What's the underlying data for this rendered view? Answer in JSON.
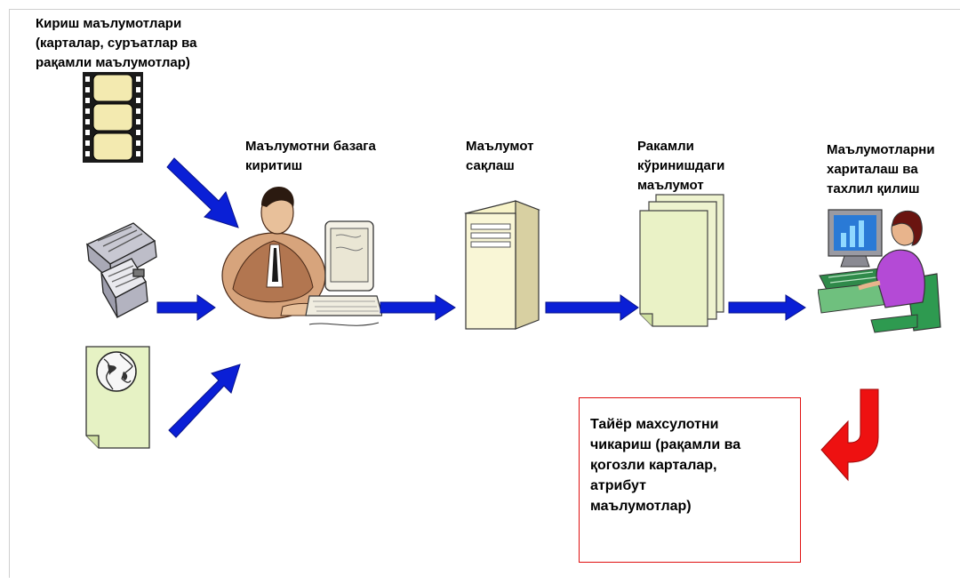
{
  "labels": {
    "input": "Кириш маълумотлари\n(карталар, суръатлар ва\nрақамли маълумотлар)",
    "data_entry": "Маълумотни базага\nкиритиш",
    "storage": "Маълумот\nсақлаш",
    "digital": "Ракамли\nкўринишдаги\nмаълумот",
    "mapping": "Маълумотларни\nхариталаш ва\nтахлил қилиш",
    "output": "Тайёр махсулотни\nчикариш (рақамли ва\nқогозли карталар,\nатрибут\nмаълумотлар)"
  },
  "colors": {
    "arrow": "#0a1fd6",
    "arrow_dark": "#06118a",
    "return_arrow": "#ee1111",
    "output_border": "#e01010"
  },
  "icons": [
    "film-strip-icon",
    "scanner-printer-icon",
    "globe-map-document-icon",
    "person-at-computer-icon",
    "server-tower-icon",
    "document-stack-icon",
    "woman-at-computer-icon",
    "curved-return-arrow-icon"
  ]
}
